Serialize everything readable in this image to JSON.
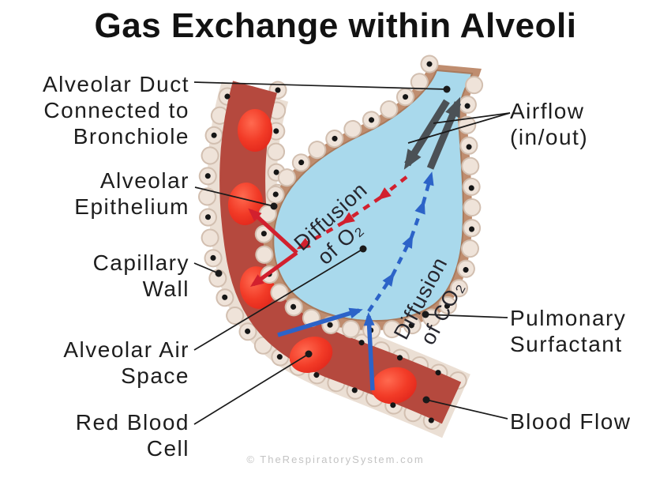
{
  "title": "Gas Exchange within Alveoli",
  "watermark": "© TheRespiratorySystem.com",
  "labels": {
    "alveolar_duct": {
      "lines": [
        "Alveolar Duct",
        "Connected to",
        "Bronchiole"
      ]
    },
    "alveolar_epithelium": {
      "lines": [
        "Alveolar",
        "Epithelium"
      ]
    },
    "capillary_wall": {
      "lines": [
        "Capillary",
        "Wall"
      ]
    },
    "alveolar_air_space": {
      "lines": [
        "Alveolar Air",
        "Space"
      ]
    },
    "red_blood_cell": {
      "lines": [
        "Red Blood",
        "Cell"
      ]
    },
    "airflow": {
      "lines": [
        "Airflow",
        "(in/out)"
      ]
    },
    "pulmonary_surfactant": {
      "lines": [
        "Pulmonary",
        "Surfactant"
      ]
    },
    "blood_flow": {
      "lines": [
        "Blood Flow"
      ]
    }
  },
  "annotations": {
    "diffusion_o2": {
      "lines": [
        "Diffusion",
        "of O₂"
      ]
    },
    "diffusion_co2": {
      "lines": [
        "Diffusion",
        "of CO₂"
      ]
    }
  },
  "colors": {
    "blood": "#b5493e",
    "wall_beige": "#ebdfd4",
    "bump_fill": "#efe3d9",
    "bump_outline": "#d2bfb0",
    "alveolus_wall": "#bf8d6f",
    "alveolus_fill": "#a9d9ec",
    "red_blood_cell": "#ee3a26",
    "dot": "#161616",
    "air_arrow": "#4b5156",
    "o2_arrow": "#d2202e",
    "co2_arrow": "#2c63c8",
    "leader": "#1a1a1a",
    "title_text": "#121212",
    "label_text": "#1d1d1d",
    "diffusion_text": "#26262e",
    "watermark_text": "#c3c3c3"
  }
}
